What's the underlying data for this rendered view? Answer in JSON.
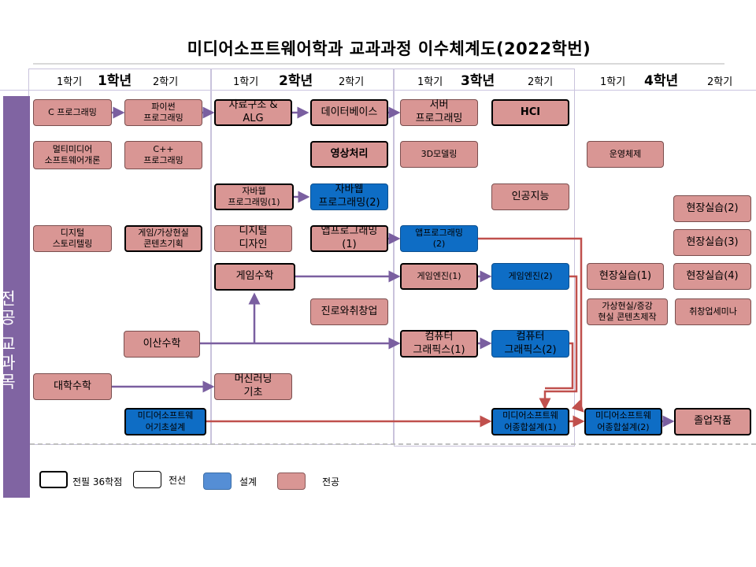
{
  "title": "미디어소프트웨어학과 교과과정 이수체계도(2022학번)",
  "sidebar_label": "전공 교과목",
  "years": [
    {
      "label": "1학년",
      "sem1": "1학기",
      "sem2": "2학기"
    },
    {
      "label": "2학년",
      "sem1": "1학기",
      "sem2": "2학기"
    },
    {
      "label": "3학년",
      "sem1": "1학기",
      "sem2": "2학기"
    },
    {
      "label": "4학년",
      "sem1": "1학기",
      "sem2": "2학기"
    }
  ],
  "nodes": {
    "c_prog": "C 프로그래밍",
    "python": "파이썬\n프로그래밍",
    "ds_alg": "자료구조 &\nALG",
    "database": "데이터베이스",
    "server": "서버\n프로그래밍",
    "hci": "HCI",
    "multimedia": "멀티미디어\n소프트웨어개론",
    "cpp": "C++\n프로그래밍",
    "image": "영상처리",
    "modeling3d": "3D모델링",
    "os": "운영체제",
    "javaweb1": "자바웹\n프로그래밍(1)",
    "javaweb2": "자바웹\n프로그래밍(2)",
    "ai": "인공지능",
    "field2": "현장실습(2)",
    "storytelling": "디지털\n스토리텔링",
    "game_vr": "게임/가상현실\n콘텐츠기획",
    "digital_design": "디지털\n디자인",
    "app1": "앱프로그래밍\n(1)",
    "app2": "앱프로그래밍\n(2)",
    "field3": "현장실습(3)",
    "game_math": "게임수학",
    "game_engine1": "게임엔진(1)",
    "game_engine2": "게임엔진(2)",
    "field1": "현장실습(1)",
    "field4": "현장실습(4)",
    "career": "진로와취창업",
    "vr_ar": "가상현실/증강\n현실 콘텐츠제작",
    "job_seminar": "취창업세미나",
    "discrete": "이산수학",
    "graphics1": "컴퓨터\n그래픽스(1)",
    "graphics2": "컴퓨터\n그래픽스(2)",
    "calculus": "대학수학",
    "ml": "머신러닝\n기초",
    "basic_design": "미디어소프트웨\n어기초설계",
    "capstone1": "미디어소프트웨\n어종합설계(1)",
    "capstone2": "미디어소프트웨\n어종합설계(2)",
    "graduation": "졸업작품"
  },
  "legend": {
    "required": "전필 36학점",
    "prereq": "전선",
    "design": "설계",
    "major": "전공"
  },
  "colors": {
    "major_fill": "#d99694",
    "design_fill": "#0e6dc5",
    "sidebar": "#8064a2",
    "arrow_purple": "#7a5fa0",
    "arrow_red": "#c0504d",
    "legend_design": "#558ed5"
  }
}
